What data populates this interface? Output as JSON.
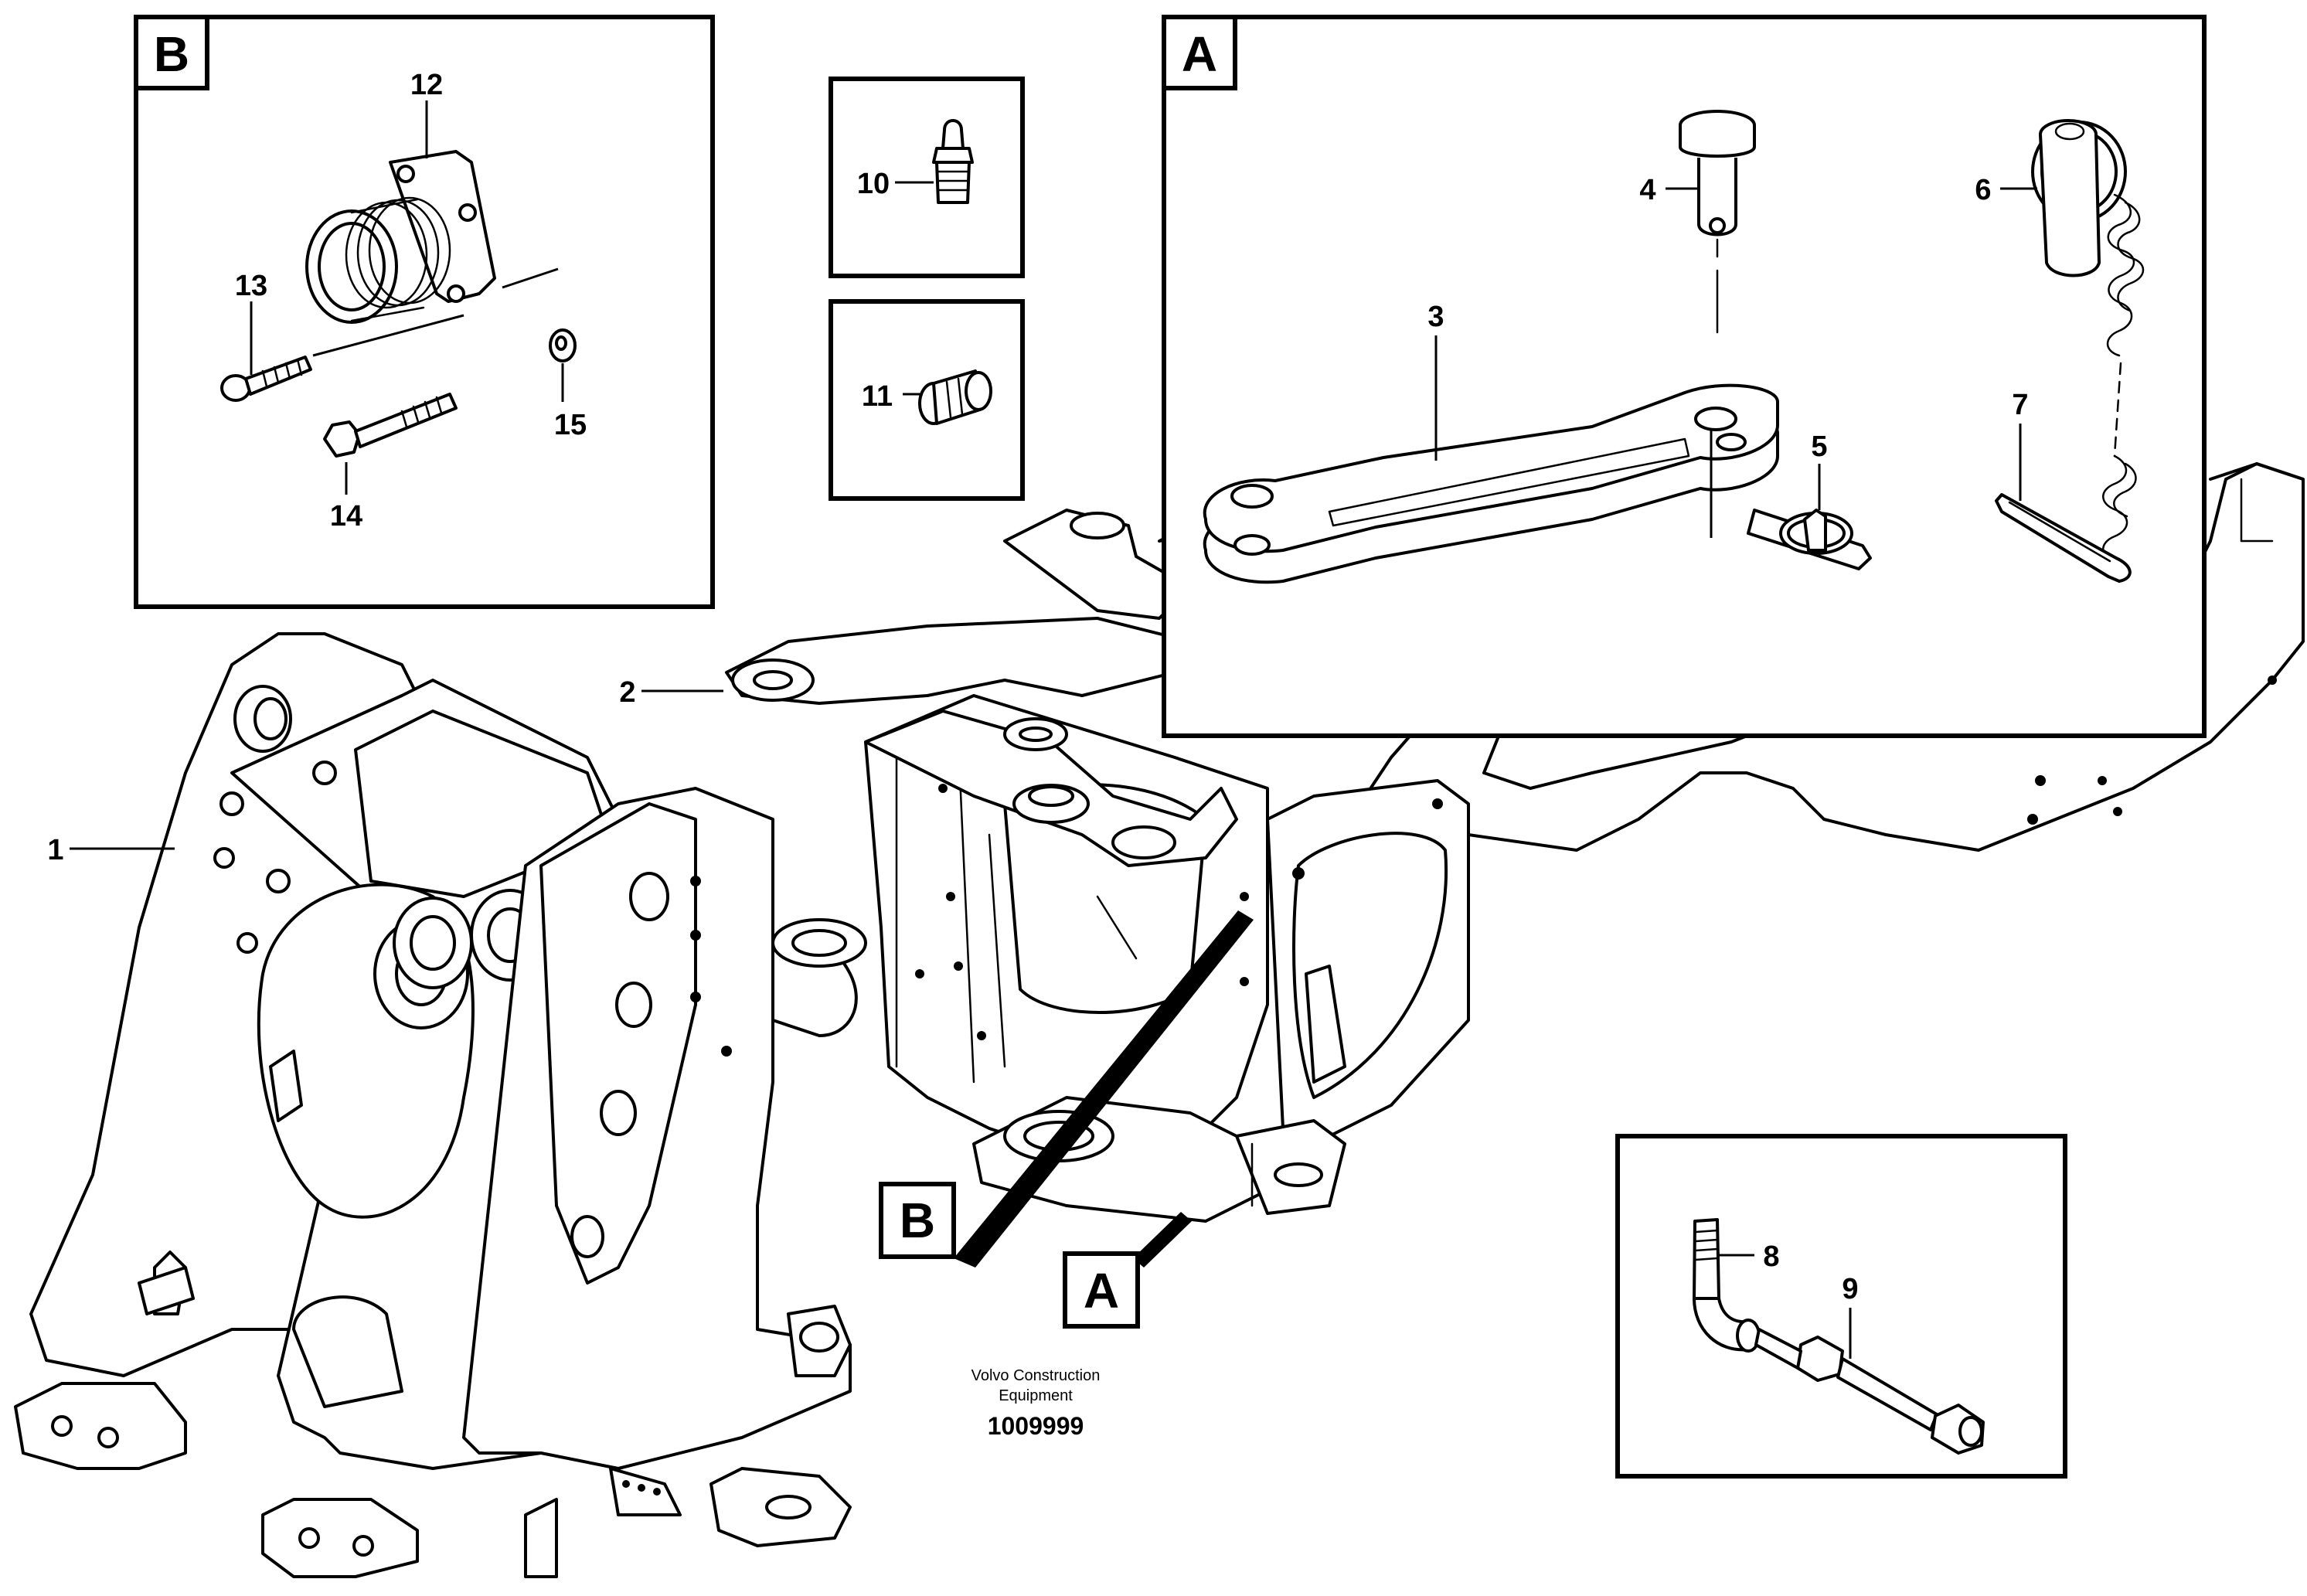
{
  "detail_labels": {
    "b": "B",
    "a": "A"
  },
  "callouts": {
    "p1": "1",
    "p2": "2",
    "p3": "3",
    "p4": "4",
    "p5": "5",
    "p6": "6",
    "p7": "7",
    "p8": "8",
    "p9": "9",
    "p10": "10",
    "p11": "11",
    "p12": "12",
    "p13": "13",
    "p14": "14",
    "p15": "15"
  },
  "caption": {
    "line1": "Volvo Construction",
    "line2": "Equipment",
    "drawing_no": "1009999"
  }
}
